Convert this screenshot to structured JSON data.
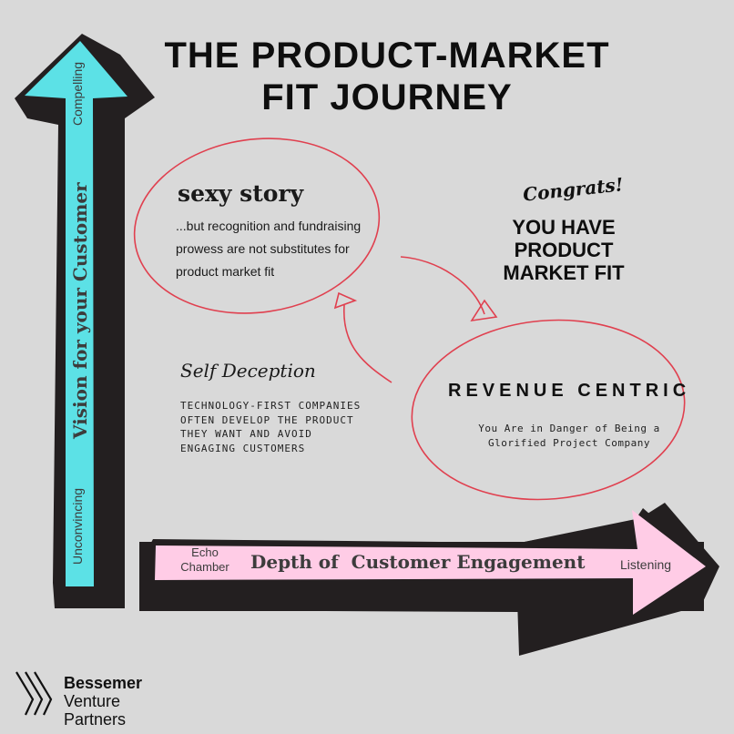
{
  "title": [
    "THE PRODUCT-MARKET",
    "FIT JOURNEY"
  ],
  "vertical_axis": {
    "label": "Vision for your Customer",
    "top": "Compelling",
    "bottom": "Unconvincing"
  },
  "horizontal_axis": {
    "label": "Depth of  Customer Engagement",
    "left": [
      "Echo",
      "Chamber"
    ],
    "right": "Listening"
  },
  "sexy_story": {
    "heading": "sexy story",
    "body": "...but recognition and fundraising prowess are not substitutes for product market fit"
  },
  "pmf": {
    "congrats": "Congrats!",
    "lines": [
      "YOU HAVE",
      "PRODUCT",
      "MARKET FIT"
    ]
  },
  "self_deception": {
    "heading": "Self Deception",
    "body": "TECHNOLOGY-FIRST COMPANIES OFTEN DEVELOP THE PRODUCT THEY WANT AND AVOID ENGAGING CUSTOMERS"
  },
  "revenue_centric": {
    "heading": "REVENUE CENTRIC",
    "body": "You Are in Danger of Being a Glorified Project Company"
  },
  "logo": {
    "lines": [
      "Bessemer",
      "Venture",
      "Partners"
    ]
  },
  "colors": {
    "background": "#d9d9d9",
    "vertical_arrow": "#5ce1e6",
    "horizontal_arrow": "#ffcce6",
    "shadow": "#231f20",
    "circle": "#e0404f"
  }
}
